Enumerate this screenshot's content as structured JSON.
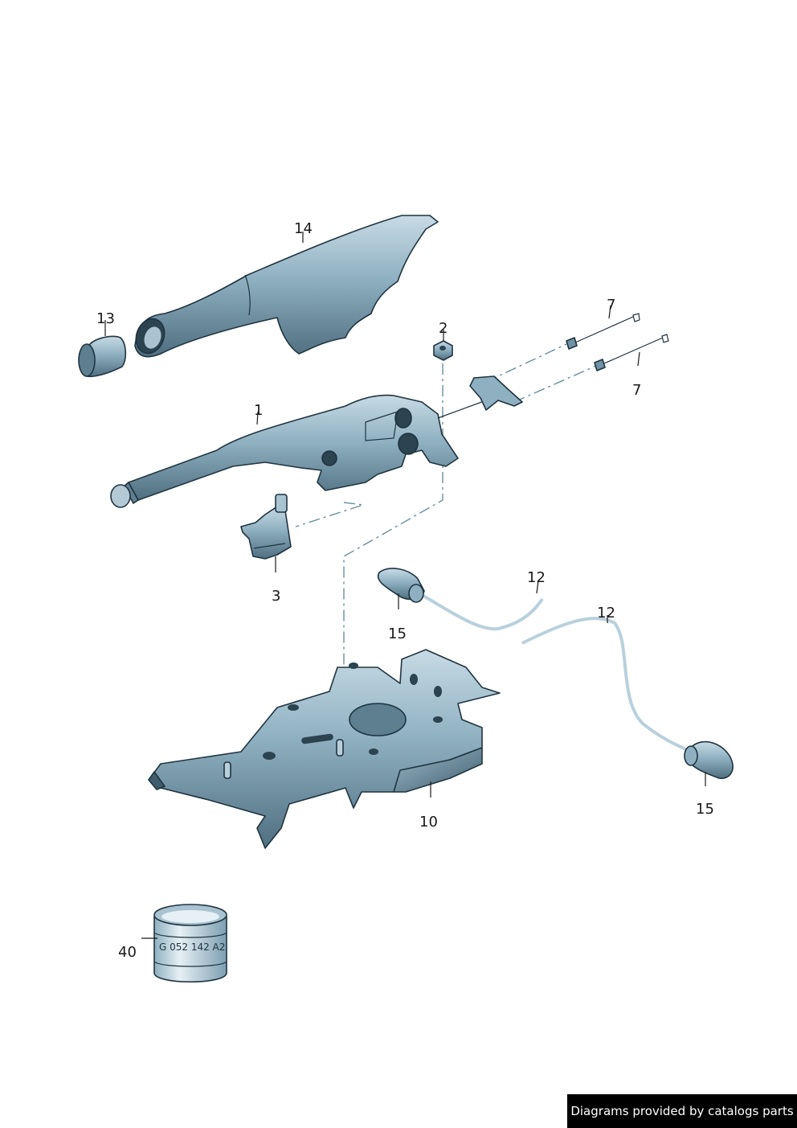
{
  "colors": {
    "part_fill": "#7d9fb1",
    "part_light": "#b9d0dc",
    "part_dark": "#4f6f80",
    "outline": "#1f3440",
    "dash_line": "#6b8ea0"
  },
  "callouts": {
    "c14": "14",
    "c13": "13",
    "c2": "2",
    "c7a": "7",
    "c7b": "7",
    "c1": "1",
    "c3": "3",
    "c12a": "12",
    "c12b": "12",
    "c15a": "15",
    "c15b": "15",
    "c10": "10",
    "c40": "40"
  },
  "parts": {
    "grip_cover": "handbrake-grip-cover",
    "end_cap": "end-cap",
    "hex_nut": "hex-nut",
    "brake_cables": "brake-cables",
    "lever": "handbrake-lever",
    "switch": "warning-switch",
    "cable_guides": "cable-guides",
    "mounting_bracket": "mounting-bracket",
    "sealant_can": "sealant-can"
  },
  "sealant_label": "G 052 142 A2",
  "footer": {
    "text": "Diagrams provided by catalogs parts"
  }
}
